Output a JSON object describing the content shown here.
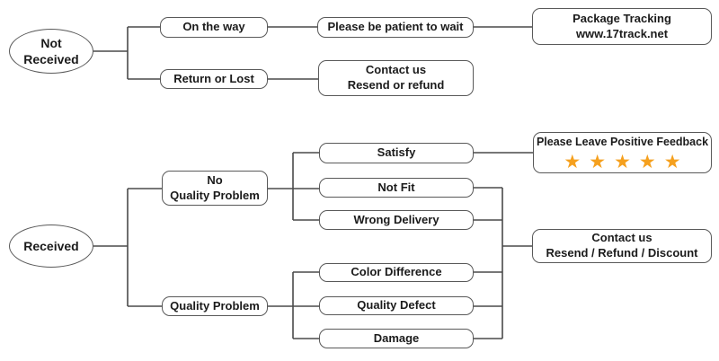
{
  "colors": {
    "box_border": "#595959",
    "connector_line": "#4a4a4a",
    "text": "#1b1b1b",
    "star_orange": "#F5A01E",
    "background": "#ffffff"
  },
  "flowchart": {
    "not_received": {
      "line1": "Not",
      "line2": "Received"
    },
    "on_the_way": {
      "label": "On the way"
    },
    "please_wait": {
      "label": "Please be patient to wait"
    },
    "package_tracking": {
      "line1": "Package Tracking",
      "line2": "www.17track.net"
    },
    "return_or_lost": {
      "label": "Return or Lost"
    },
    "contact_not_received": {
      "line1": "Contact us",
      "line2": "Resend or refund"
    },
    "received": {
      "label": "Received"
    },
    "no_quality_problem": {
      "line1": "No",
      "line2": "Quality Problem"
    },
    "satisfy": {
      "label": "Satisfy"
    },
    "positive_feedback": {
      "label": "Please Leave Positive Feedback",
      "stars": "★★★★★",
      "star_count": 5
    },
    "not_fit": {
      "label": "Not Fit"
    },
    "wrong_delivery": {
      "label": "Wrong Delivery"
    },
    "quality_problem": {
      "label": "Quality Problem"
    },
    "color_difference": {
      "label": "Color Difference"
    },
    "quality_defect": {
      "label": "Quality Defect"
    },
    "damage": {
      "label": "Damage"
    },
    "contact_received": {
      "line1": "Contact us",
      "line2": "Resend / Refund / Discount"
    }
  }
}
